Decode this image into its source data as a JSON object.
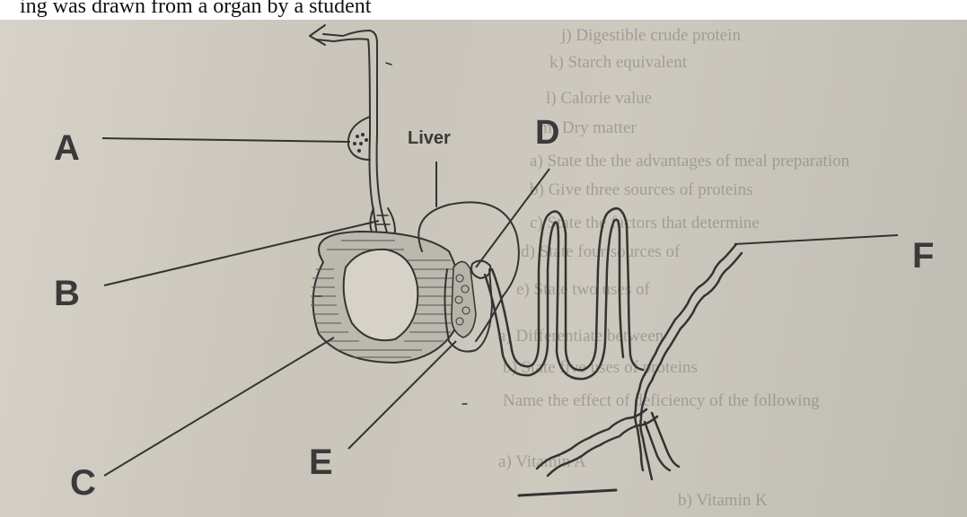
{
  "caption": "ing    was drawn from a    organ by a student",
  "labels": {
    "a": "A",
    "b": "B",
    "c": "C",
    "d": "D",
    "e": "E",
    "f": "F",
    "liver": "Liver"
  },
  "bleed_through": [
    "j)   Digestible crude protein",
    "k)   Starch equivalent",
    "l)   Calorie value",
    "m) Dry matter",
    "a) State the the advantages of meal preparation",
    "b) Give three sources of proteins",
    "c) State the factors that determine",
    "d) State four sources of",
    "e) State two uses of",
    "a) Differentiate between",
    "b) State five uses of proteins",
    "Name the effect of deficiency of the following",
    "a) Vitamin A",
    "b) Vitamin K"
  ]
}
